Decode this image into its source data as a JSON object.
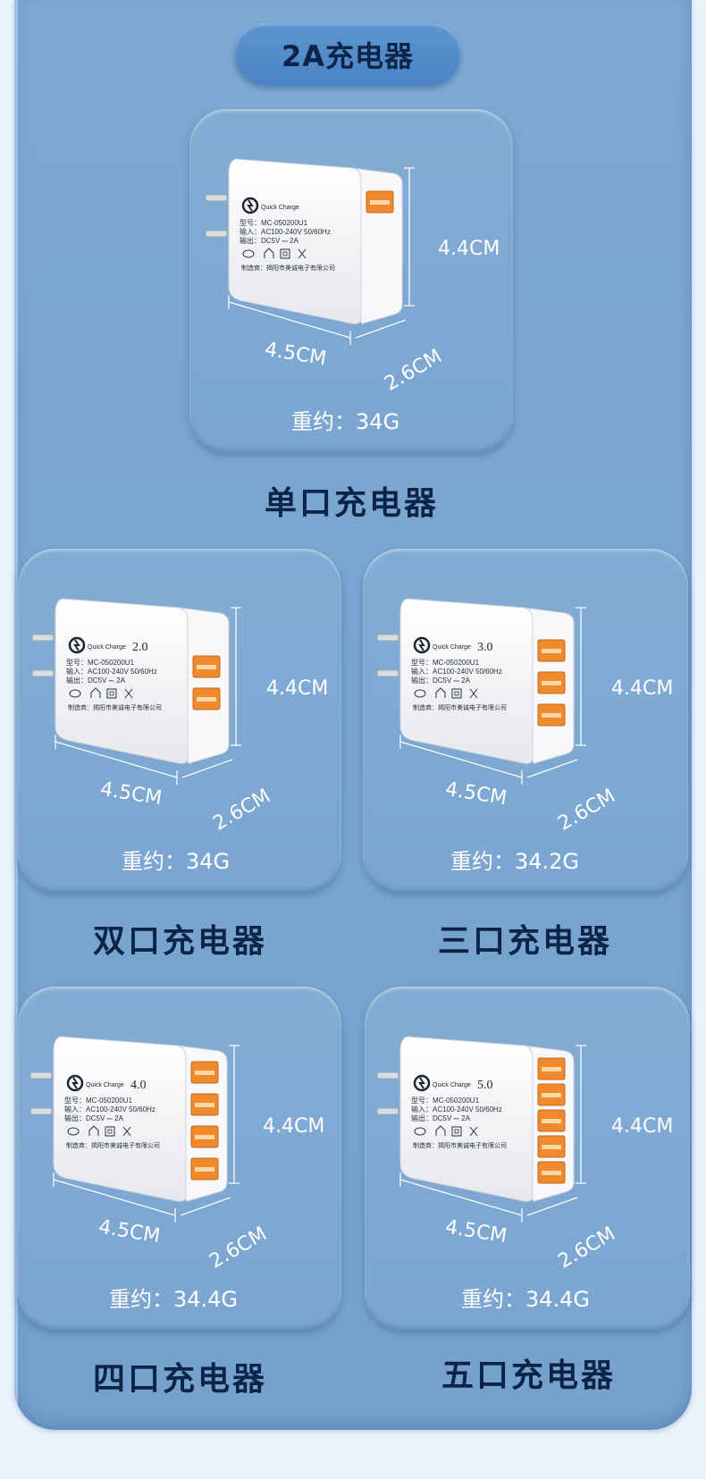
{
  "header": {
    "title": "2A充电器"
  },
  "products": [
    {
      "ports": 1,
      "logo_text": "Quick Charge",
      "version": "",
      "spec_lines": [
        "型号：MC-050200U1",
        "输入：AC100-240V 50/60Hz",
        "输出：DC5V ⎓ 2A"
      ],
      "maker": "制造商：揭阳市美诚电子有限公司",
      "height": "4.4CM",
      "width": "4.5CM",
      "depth": "2.6CM",
      "weight": "重约：34G",
      "label": "单口充电器"
    },
    {
      "ports": 2,
      "logo_text": "Quick Charge",
      "version": "2.0",
      "spec_lines": [
        "型号：MC-050200U1",
        "输入：AC100-240V 50/60Hz",
        "输出：DC5V ⎓ 2A"
      ],
      "maker": "制造商：揭阳市美诚电子有限公司",
      "height": "4.4CM",
      "width": "4.5CM",
      "depth": "2.6CM",
      "weight": "重约：34G",
      "label": "双口充电器"
    },
    {
      "ports": 3,
      "logo_text": "Quick Charge",
      "version": "3.0",
      "spec_lines": [
        "型号：MC-050200U1",
        "输入：AC100-240V 50/60Hz",
        "输出：DC5V ⎓ 2A"
      ],
      "maker": "制造商：揭阳市美诚电子有限公司",
      "height": "4.4CM",
      "width": "4.5CM",
      "depth": "2.6CM",
      "weight": "重约：34.2G",
      "label": "三口充电器"
    },
    {
      "ports": 4,
      "logo_text": "Quick Charge",
      "version": "4.0",
      "spec_lines": [
        "型号：MC-050200U1",
        "输入：AC100-240V 50/60Hz",
        "输出：DC5V ⎓ 2A"
      ],
      "maker": "制造商：揭阳市美诚电子有限公司",
      "height": "4.4CM",
      "width": "4.5CM",
      "depth": "2.6CM",
      "weight": "重约：34.4G",
      "label": "四口充电器"
    },
    {
      "ports": 5,
      "logo_text": "Quick Charge",
      "version": "5.0",
      "spec_lines": [
        "型号：MC-050200U1",
        "输入：AC100-240V 50/60Hz",
        "输出：DC5V ⎓ 2A"
      ],
      "maker": "制造商：揭阳市美诚电子有限公司",
      "height": "4.4CM",
      "width": "4.5CM",
      "depth": "2.6CM",
      "weight": "重约：34.4G",
      "label": "五口充电器"
    }
  ],
  "colors": {
    "panel": "#7aa5d0",
    "label_text": "#0b2448",
    "usb_port": "#f08a2c",
    "charger_body": "#f4f5f7"
  },
  "icons": [
    "quick-charge-logo-icon",
    "ccc-mark-icon",
    "recycle-icon",
    "square-mark-icon",
    "bin-icon",
    "plug-prong-icon",
    "usb-port-icon"
  ]
}
